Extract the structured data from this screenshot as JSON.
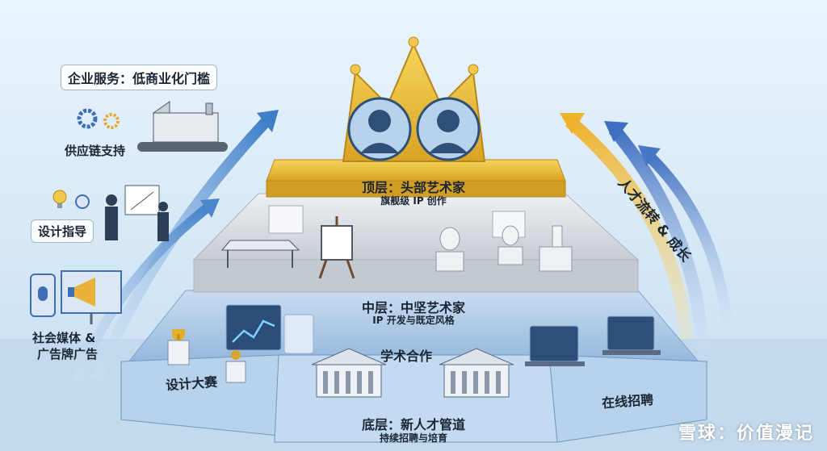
{
  "left_panel": {
    "enterprise_services": "企业服务：低商业化门槛",
    "supply_chain": "供应链支持",
    "design_guidance": "设计指导",
    "social_media_line1": "社会媒体 &",
    "social_media_line2": "广告牌广告"
  },
  "pyramid": {
    "top": {
      "title": "顶层：头部艺术家",
      "subtitle": "旗舰级 IP 创作"
    },
    "middle": {
      "title": "中层：中坚艺术家",
      "subtitle": "IP 开发与既定风格"
    },
    "bottom": {
      "title": "底层：新人才管道",
      "subtitle": "持续招聘与培育"
    }
  },
  "base_blocks": {
    "left": "设计大赛",
    "center": "学术合作",
    "right": "在线招聘"
  },
  "right_panel": {
    "talent_flow": "人才流转 & 成长"
  },
  "watermark": "雪球：价值漫记",
  "colors": {
    "gold": "#e7b730",
    "tier_gray": "#d5d9df",
    "tier_blue": "#a9c8e6",
    "arrow_blue": "#6fa0d8",
    "arrow_yellow": "#f0c04a"
  }
}
